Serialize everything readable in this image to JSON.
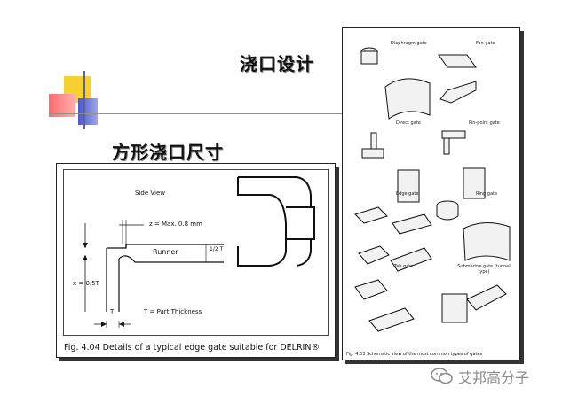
{
  "slide": {
    "title": "浇口设计",
    "subtitle": "方形浇口尺寸"
  },
  "figure_left": {
    "side_view": "Side View",
    "z_label": "z = Max. 0.8 mm",
    "runner": "Runner",
    "dim_half_t": "1/2 T",
    "x_label": "x = 0.5T",
    "t_label": "T",
    "t_def": "T = Part Thickness",
    "caption": "Fig. 4.04  Details of a typical edge gate suitable for DELRIN®"
  },
  "figure_right": {
    "gates": [
      "Diaphragm gate",
      "Fan gate",
      "Direct gate",
      "Pin-point gate",
      "Edge gate",
      "Ring gate",
      "Tab gate",
      "Submarine gate (tunnel type)"
    ],
    "caption": "Fig. 4.03  Schematic view of the most common types of gates"
  },
  "watermark": {
    "text": "艾邦高分子",
    "icon": "wechat-icon"
  }
}
